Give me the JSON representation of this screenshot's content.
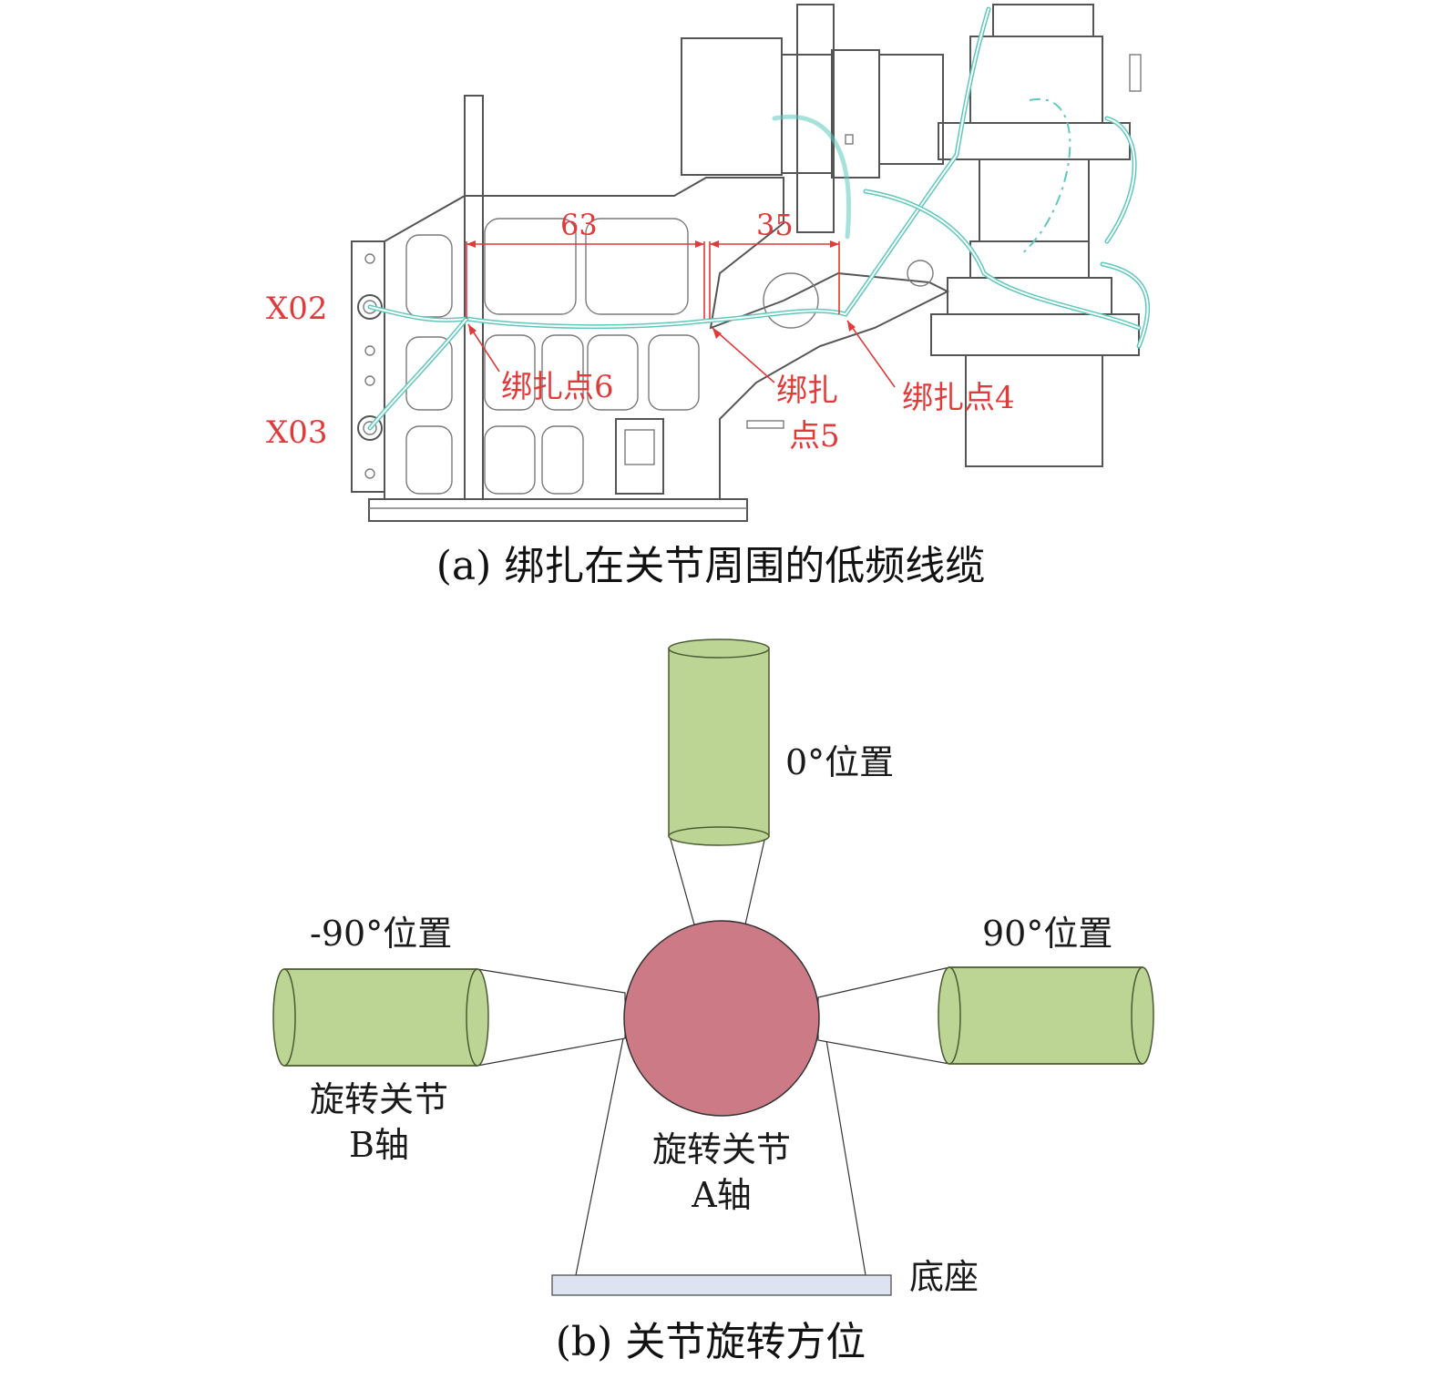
{
  "figure_a": {
    "caption": "(a)  绑扎在关节周围的低频线缆",
    "connector_x02": "X02",
    "connector_x03": "X03",
    "dimension_63": "63",
    "dimension_35": "35",
    "tie_point_6": "绑扎点6",
    "tie_point_5_line1": "绑扎",
    "tie_point_5_line2": "点5",
    "tie_point_4": "绑扎点4"
  },
  "figure_b": {
    "caption": "(b)  关节旋转方位",
    "pos_0": "0°位置",
    "pos_minus_90": "-90°位置",
    "pos_90": "90°位置",
    "joint_b_line1": "旋转关节",
    "joint_b_line2": "B轴",
    "joint_a_line1": "旋转关节",
    "joint_a_line2": "A轴",
    "base": "底座"
  },
  "colors": {
    "cylinder_fill": "#bcd595",
    "sphere_fill": "#cc7b86",
    "base_fill": "#dde3f1",
    "annotation_red": "#e03a3a",
    "cable_cyan": "#5fc8bd"
  }
}
